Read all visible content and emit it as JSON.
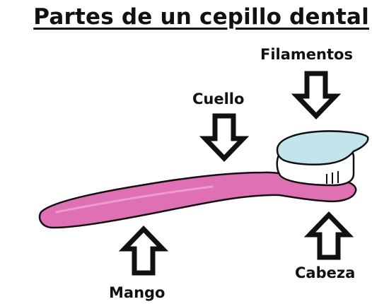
{
  "title": "Partes de un cepillo dental",
  "labels": {
    "filamentos": "Filamentos",
    "cuello": "Cuello",
    "mango": "Mango",
    "cabeza": "Cabeza"
  },
  "colors": {
    "handle": "#e070b4",
    "bristle_top": "#c4e4ec",
    "bristle_body": "#ffffff",
    "outline": "#111111"
  }
}
